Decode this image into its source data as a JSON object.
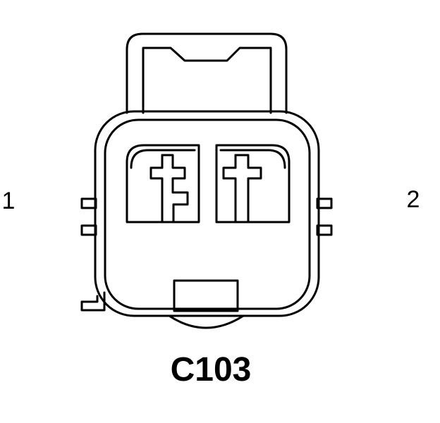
{
  "connector": {
    "name": "C103",
    "pin_left": "1",
    "pin_right": "2"
  },
  "colors": {
    "stroke": "#000000",
    "background": "#ffffff"
  }
}
